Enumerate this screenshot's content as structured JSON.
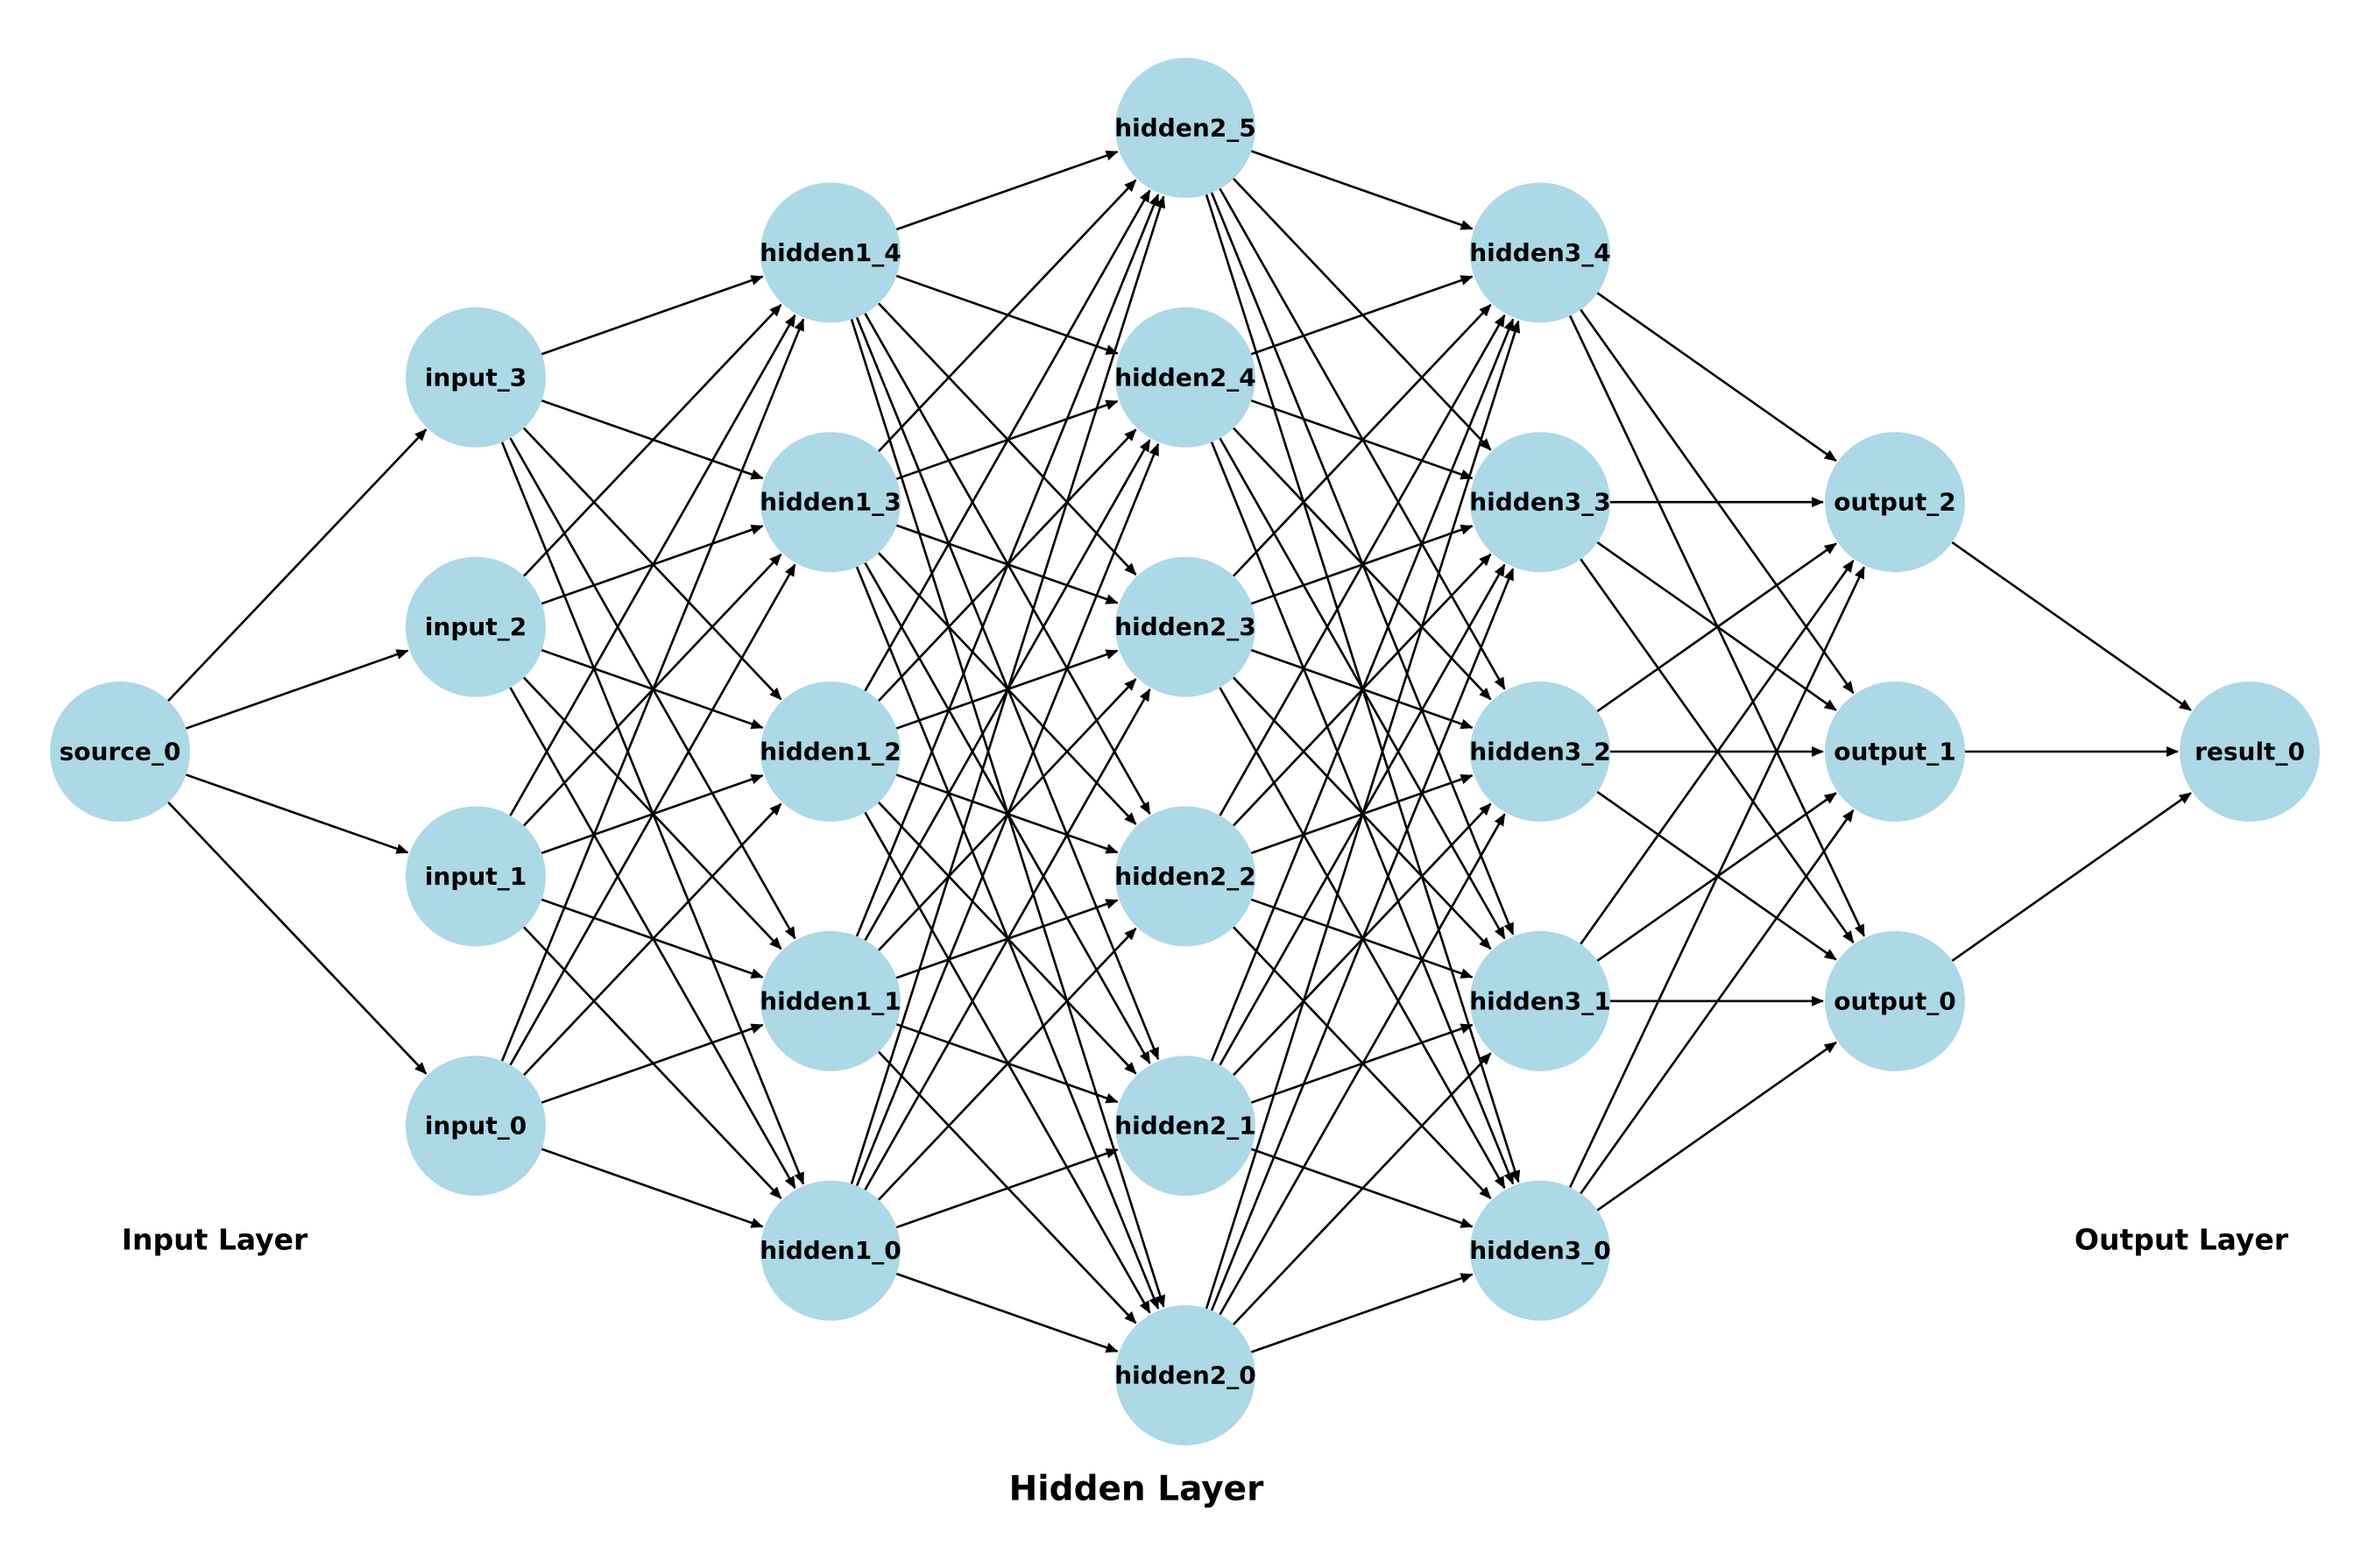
{
  "layer_labels": {
    "input": "Input Layer",
    "hidden": "Hidden Layer",
    "output": "Output Layer"
  },
  "colors": {
    "node_fill": "#add8e6",
    "edge": "#000000",
    "text": "#000000"
  },
  "layers": [
    {
      "id": "source",
      "nodes": [
        "source_0"
      ]
    },
    {
      "id": "input",
      "nodes": [
        "input_0",
        "input_1",
        "input_2",
        "input_3"
      ]
    },
    {
      "id": "hidden1",
      "nodes": [
        "hidden1_0",
        "hidden1_1",
        "hidden1_2",
        "hidden1_3",
        "hidden1_4"
      ]
    },
    {
      "id": "hidden2",
      "nodes": [
        "hidden2_0",
        "hidden2_1",
        "hidden2_2",
        "hidden2_3",
        "hidden2_4",
        "hidden2_5"
      ]
    },
    {
      "id": "hidden3",
      "nodes": [
        "hidden3_0",
        "hidden3_1",
        "hidden3_2",
        "hidden3_3",
        "hidden3_4"
      ]
    },
    {
      "id": "output",
      "nodes": [
        "output_0",
        "output_1",
        "output_2"
      ]
    },
    {
      "id": "result",
      "nodes": [
        "result_0"
      ]
    }
  ],
  "connectivity": "fully-connected between consecutive layers, directed left to right"
}
